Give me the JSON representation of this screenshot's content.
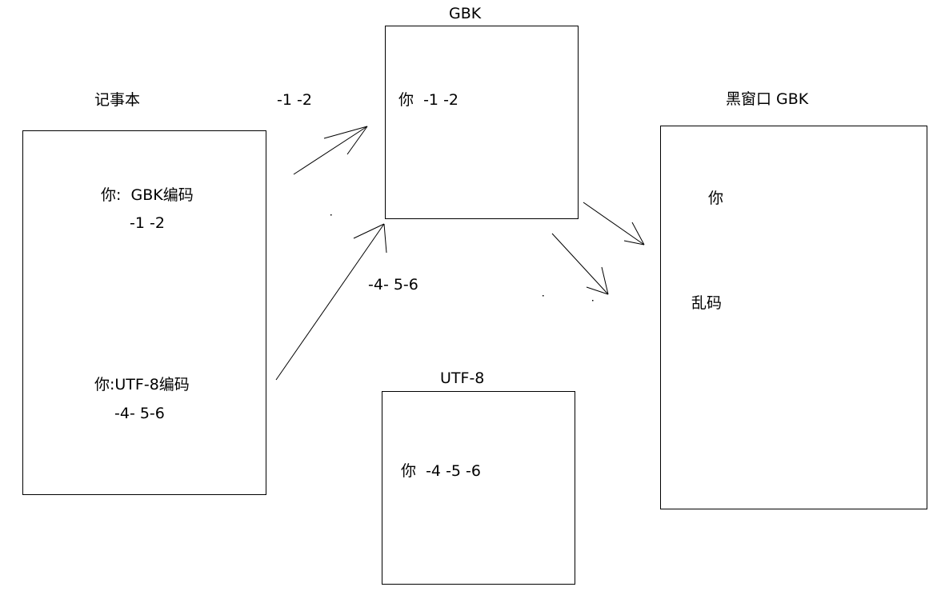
{
  "notepad": {
    "title": "记事本",
    "gbk_label": "你:  GBK编码",
    "gbk_bytes": "-1 -2",
    "utf8_label": "你:UTF-8编码",
    "utf8_bytes": "-4- 5-6"
  },
  "gbk_box": {
    "title": "GBK",
    "content": "你  -1 -2"
  },
  "utf8_box": {
    "title": "UTF-8",
    "content": "你  -4 -5 -6"
  },
  "console_box": {
    "title": "黑窗口 GBK",
    "line1": "你",
    "line2": "乱码"
  },
  "arrow_labels": {
    "to_gbk": "-1 -2",
    "from_utf8": "-4- 5-6"
  }
}
